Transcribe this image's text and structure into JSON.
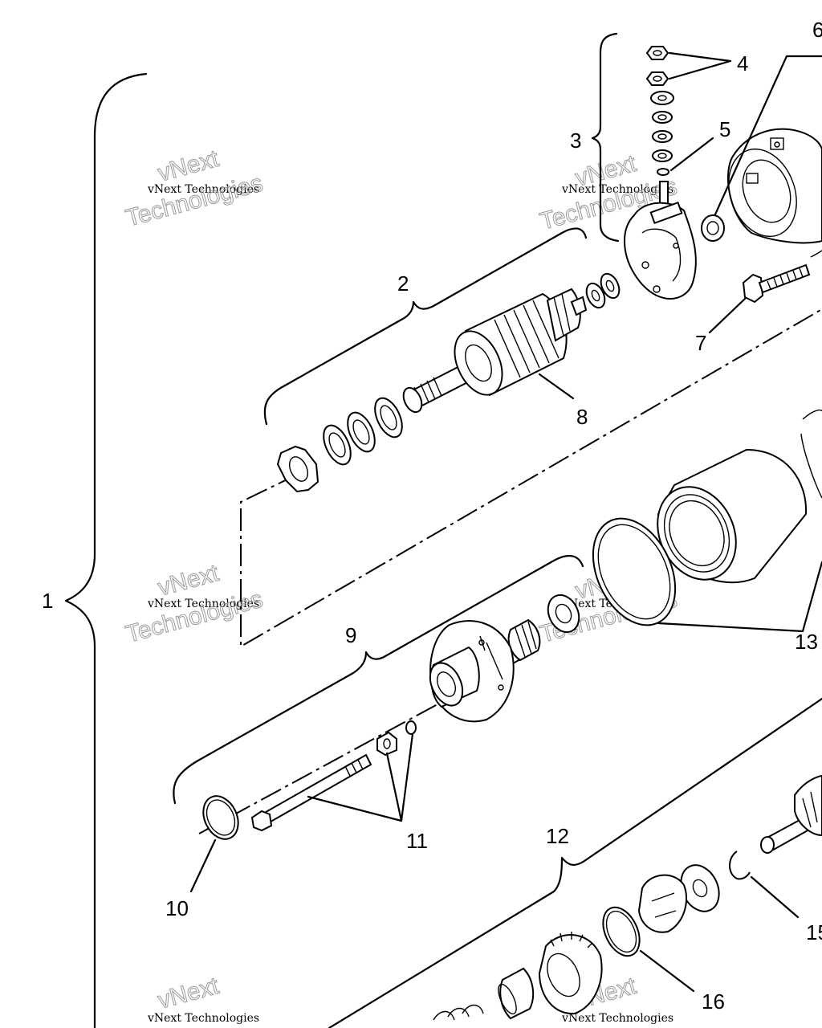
{
  "callouts": {
    "c1": "1",
    "c2": "2",
    "c3": "3",
    "c4": "4",
    "c5": "5",
    "c6": "6",
    "c7": "7",
    "c8": "8",
    "c9": "9",
    "c10": "10",
    "c11": "11",
    "c12": "12",
    "c13": "13",
    "c15": "15",
    "c16": "16"
  },
  "watermark": {
    "line1": "vNext Technologies",
    "big1": "vNext",
    "big2": "Technologies"
  }
}
